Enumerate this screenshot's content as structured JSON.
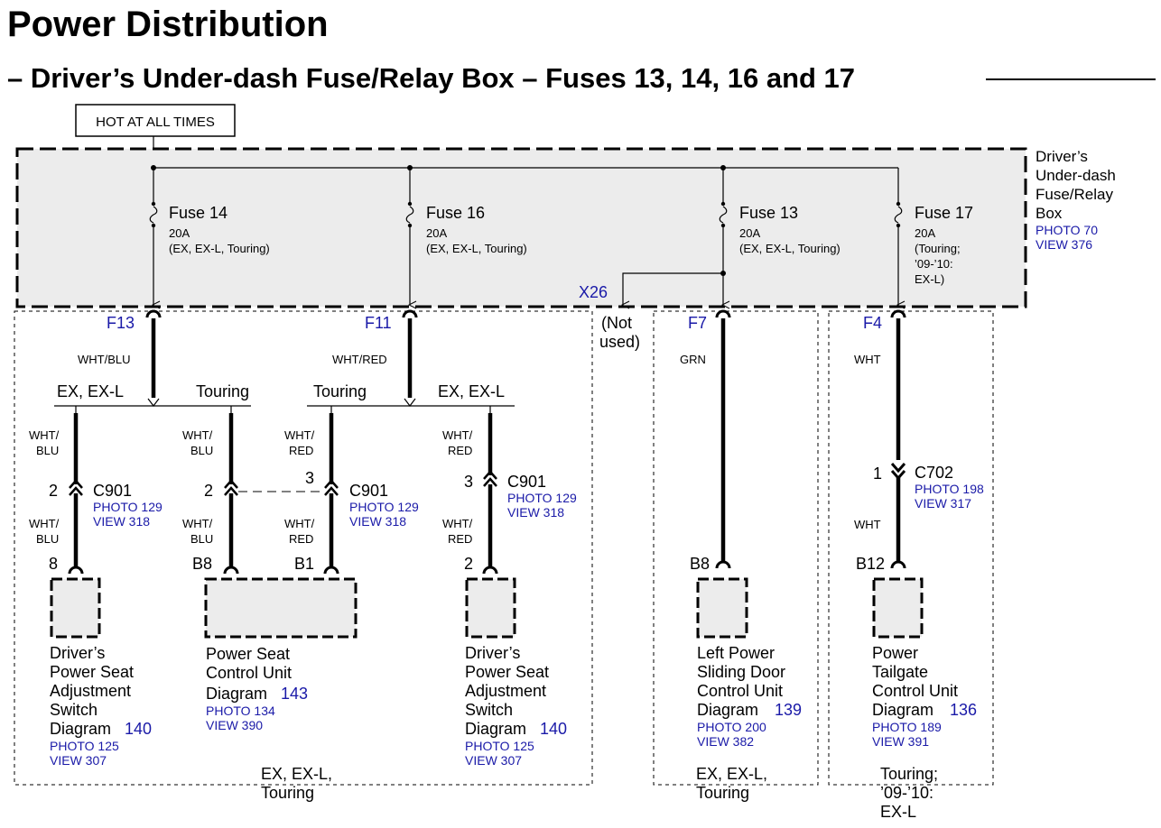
{
  "title": "Power Distribution",
  "subtitle": "– Driver’s Under-dash Fuse/Relay Box – Fuses 13, 14, 16 and 17",
  "hot_label": "HOT AT ALL TIMES",
  "box": {
    "name": [
      "Driver’s",
      "Under-dash",
      "Fuse/Relay",
      "Box"
    ],
    "photo": "PHOTO 70",
    "view": "VIEW 376"
  },
  "fuses": [
    {
      "name": "Fuse 14",
      "rating": "20A",
      "note": [
        "(EX, EX-L, Touring)"
      ]
    },
    {
      "name": "Fuse 16",
      "rating": "20A",
      "note": [
        "(EX, EX-L, Touring)"
      ]
    },
    {
      "name": "Fuse 13",
      "rating": "20A",
      "note": [
        "(EX, EX-L, Touring)"
      ]
    },
    {
      "name": "Fuse 17",
      "rating": "20A",
      "note": [
        "(Touring;",
        "’09-’10:",
        "EX-L)"
      ]
    }
  ],
  "terminals": {
    "f13": "F13",
    "f11": "F11",
    "x26": "X26",
    "f7": "F7",
    "f4": "F4",
    "not_used": [
      "(Not",
      "used)"
    ]
  },
  "wires": {
    "wht_blu": "WHT/BLU",
    "wht_red": "WHT/RED",
    "grn": "GRN",
    "wht": "WHT",
    "wht_blu_2": [
      "WHT/",
      "BLU"
    ],
    "wht_red_2": [
      "WHT/",
      "RED"
    ]
  },
  "branches": {
    "ex_exl": "EX, EX-L",
    "touring": "Touring"
  },
  "connectors": {
    "c901": "C901",
    "c702": "C702",
    "photo_129": "PHOTO 129",
    "view_318": "VIEW 318",
    "photo_198": "PHOTO 198",
    "view_317": "VIEW 317"
  },
  "pins": {
    "p2": "2",
    "p3": "3",
    "p1": "1",
    "p8": "8",
    "b8": "B8",
    "b1": "B1",
    "b12": "B12"
  },
  "components": [
    {
      "name": [
        "Driver’s",
        "Power Seat",
        "Adjustment",
        "Switch"
      ],
      "diagram_label": "Diagram",
      "diagram_num": "140",
      "photo": "PHOTO 125",
      "view": "VIEW 307"
    },
    {
      "name": [
        "Power Seat",
        "Control Unit"
      ],
      "diagram_label": "Diagram",
      "diagram_num": "143",
      "photo": "PHOTO 134",
      "view": "VIEW 390"
    },
    {
      "name": [
        "Driver’s",
        "Power Seat",
        "Adjustment",
        "Switch"
      ],
      "diagram_label": "Diagram",
      "diagram_num": "140",
      "photo": "PHOTO 125",
      "view": "VIEW 307"
    },
    {
      "name": [
        "Left Power",
        "Sliding Door",
        "Control Unit"
      ],
      "diagram_label": "Diagram",
      "diagram_num": "139",
      "photo": "PHOTO 200",
      "view": "VIEW 382"
    },
    {
      "name": [
        "Power",
        "Tailgate",
        "Control Unit"
      ],
      "diagram_label": "Diagram",
      "diagram_num": "136",
      "photo": "PHOTO 189",
      "view": "VIEW 391"
    }
  ],
  "groups": {
    "g1": [
      "EX, EX-L,",
      "Touring"
    ],
    "g2": [
      "EX, EX-L,",
      "Touring"
    ],
    "g3": [
      "Touring;",
      "’09-’10:",
      "EX-L"
    ]
  }
}
